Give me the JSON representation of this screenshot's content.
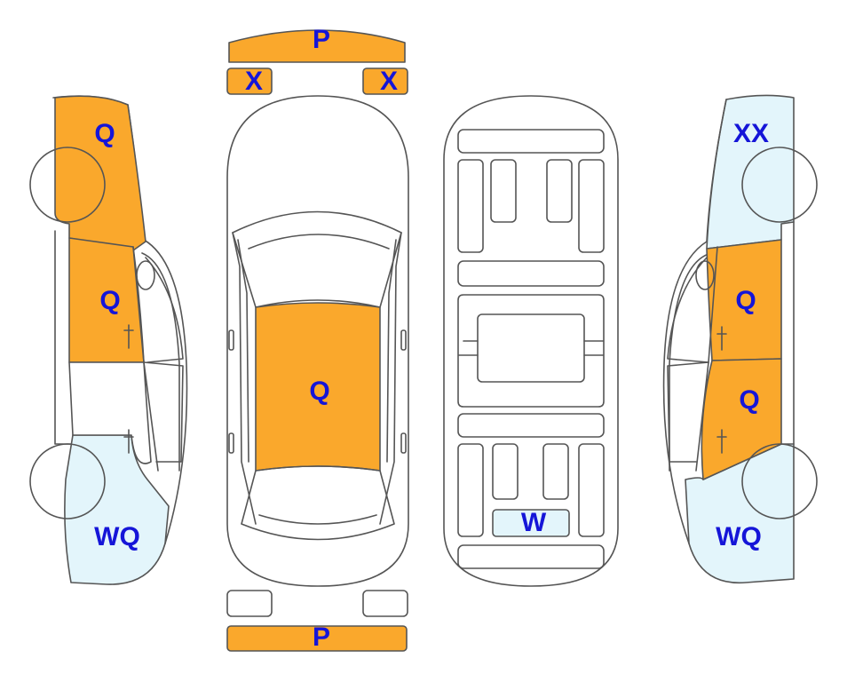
{
  "colors": {
    "orange": "#FAA82C",
    "light_blue": "#E3F5FB",
    "white": "#FFFFFF",
    "outline": "#555555",
    "label": "#1515D8"
  },
  "labels": {
    "front_bumper": "P",
    "headlight_left": "X",
    "headlight_right": "X",
    "hood": "Q",
    "rear_bumper": "P",
    "underbody_spot": "W",
    "left_front_fender": "Q",
    "left_front_door": "Q",
    "left_rear_quarter": "WQ",
    "right_front_fender": "XX",
    "right_front_door": "Q",
    "right_rear_door": "Q",
    "right_rear_quarter": "WQ"
  }
}
